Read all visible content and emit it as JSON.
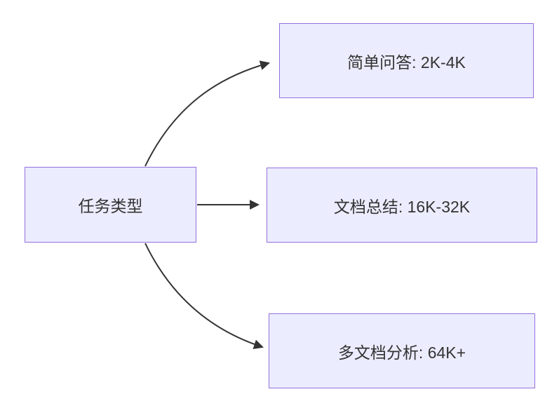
{
  "diagram": {
    "type": "flowchart",
    "root": {
      "label": "任务类型"
    },
    "children": [
      {
        "label": "简单问答: 2K-4K"
      },
      {
        "label": "文档总结: 16K-32K"
      },
      {
        "label": "多文档分析: 64K+"
      }
    ],
    "colors": {
      "node_fill": "#ECECFF",
      "node_border": "#9370DB",
      "edge": "#333333",
      "text": "#333333",
      "background": "#FFFFFF"
    }
  }
}
